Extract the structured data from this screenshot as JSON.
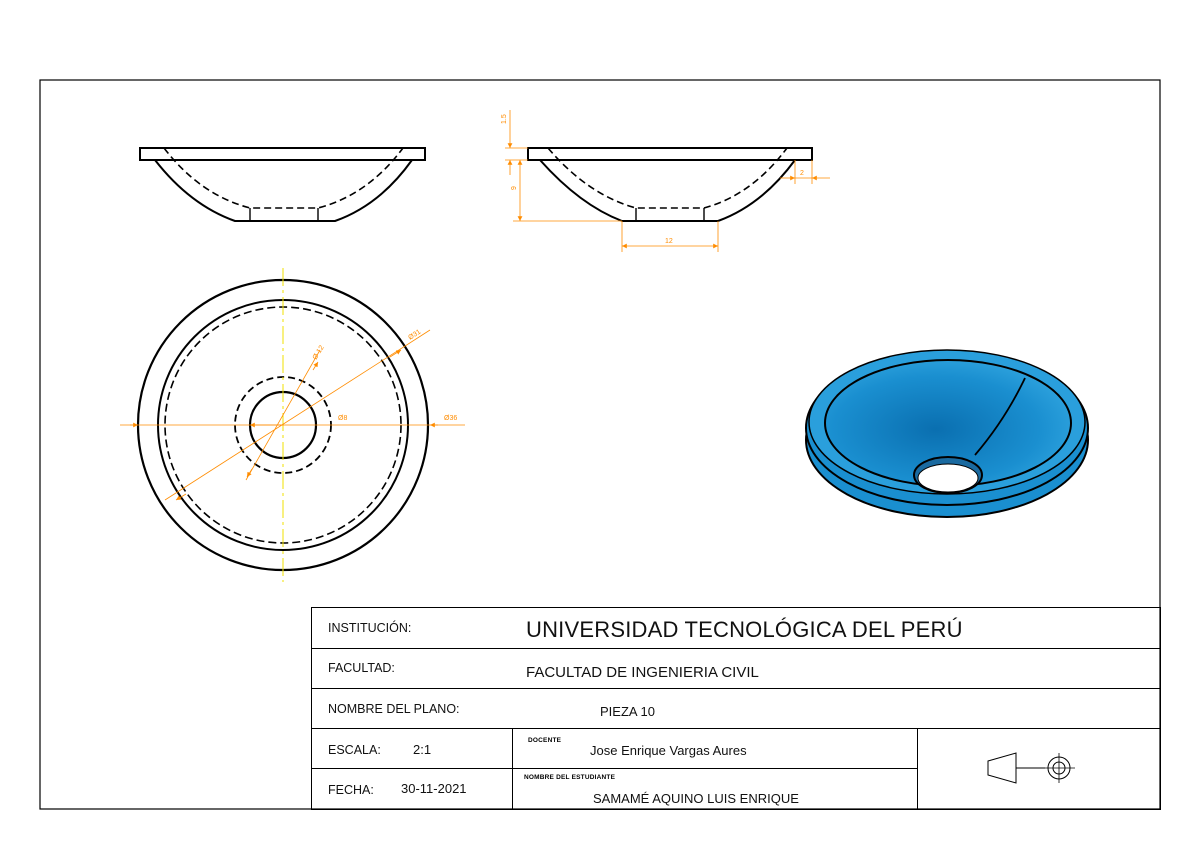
{
  "drawing": {
    "dimensions": {
      "height_flange": "1.5",
      "height_body": "9",
      "wall_offset": "2",
      "bottom_width": "12",
      "dia_12": "Ø 12",
      "dia_31": "Ø31",
      "dia_8": "Ø8",
      "dia_36": "Ø36"
    },
    "colors": {
      "line": "#000000",
      "dimension": "#ff8c00",
      "centerline": "#f0e000",
      "solid_fill": "#1a8fd0"
    }
  },
  "title_block": {
    "institucion_label": "INSTITUCIÓN:",
    "institucion_value": "UNIVERSIDAD TECNOLÓGICA DEL PERÚ",
    "facultad_label": "FACULTAD:",
    "facultad_value": "FACULTAD DE INGENIERIA CIVIL",
    "plano_label": "NOMBRE DEL PLANO:",
    "plano_value": "PIEZA 10",
    "escala_label": "ESCALA:",
    "escala_value": "2:1",
    "fecha_label": "FECHA:",
    "fecha_value": "30-11-2021",
    "docente_label": "DOCENTE",
    "docente_value": "Jose Enrique Vargas Aures",
    "estudiante_label": "NOMBRE DEL ESTUDIANTE",
    "estudiante_value": "SAMAMÉ AQUINO LUIS ENRIQUE",
    "projection_symbol": "first-angle-projection-icon"
  }
}
